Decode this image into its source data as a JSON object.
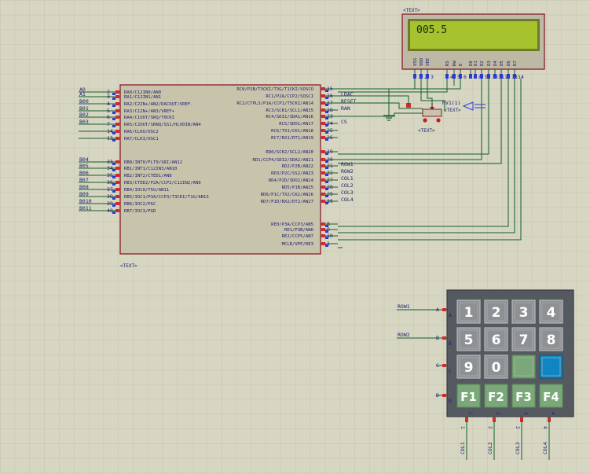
{
  "placeholder_tag": "<TEXT>",
  "colors": {
    "background": "#d6d6c2",
    "grid": "#c4c4ac",
    "wire": "#12602a",
    "chip_fill": "#c8c4ac",
    "chip_stroke": "#8a1c2a",
    "pin_red": "#d42a2a",
    "pin_blue": "#2a3ad4",
    "lcd_green": "#a6c22e",
    "keypad_body": "#555a60",
    "key_gray": "#8e9194",
    "key_green": "#7ba878",
    "key_blue": "#0f86c2"
  },
  "lcd": {
    "display": "005.5",
    "pins": [
      {
        "label": "VSS",
        "num": "1"
      },
      {
        "label": "VDD",
        "num": "2"
      },
      {
        "label": "VEE",
        "num": "3"
      },
      {
        "label": "RS",
        "num": "4"
      },
      {
        "label": "RW",
        "num": "5"
      },
      {
        "label": "E",
        "num": "6"
      },
      {
        "label": "D0",
        "num": "7"
      },
      {
        "label": "D1",
        "num": "8"
      },
      {
        "label": "D2",
        "num": "9"
      },
      {
        "label": "D3",
        "num": "10"
      },
      {
        "label": "D4",
        "num": "11"
      },
      {
        "label": "D5",
        "num": "12"
      },
      {
        "label": "D6",
        "num": "13"
      },
      {
        "label": "D7",
        "num": "14"
      }
    ]
  },
  "pot": {
    "label": "RV1(1)"
  },
  "mcu": {
    "left_pins": [
      {
        "net": "A0",
        "num": "2",
        "name": "RA0/C12IN0/AN0"
      },
      {
        "net": "A1",
        "num": "3",
        "name": "RA1/C12IN1/AN1"
      },
      {
        "net": "B00",
        "num": "4",
        "name": "RA2/C2IN+/AN2/DACOUT/VREF-"
      },
      {
        "net": "B01",
        "num": "5",
        "name": "RA3/C1IN+/AN3/VREF+"
      },
      {
        "net": "B02",
        "num": "6",
        "name": "RA4/C1OUT/SRQ/T0CKI"
      },
      {
        "net": "B03",
        "num": "7",
        "name": "RA5/C2OUT/SRNQ/SS1/HLVDIN/AN4"
      },
      {
        "net": "",
        "num": "14",
        "name": "RA6/CLKO/OSC2"
      },
      {
        "net": "",
        "num": "13",
        "name": "RA7/CLKI/OSC1"
      },
      {
        "net": "B04",
        "num": "33",
        "name": "RB0/INT0/FLT0/SRI/AN12"
      },
      {
        "net": "B05",
        "num": "34",
        "name": "RB1/INT1/C12IN3/AN10"
      },
      {
        "net": "B06",
        "num": "35",
        "name": "RB2/INT2/CTED1/AN8"
      },
      {
        "net": "B07",
        "num": "36",
        "name": "RB3/CTED2/P2A/CCP2/C12IN2/AN9"
      },
      {
        "net": "B08",
        "num": "37",
        "name": "RB4/IOC0/T5G/AN11"
      },
      {
        "net": "B09",
        "num": "38",
        "name": "RB5/IOC1/P3A/CCP3/T3CKI/T1G/AN13"
      },
      {
        "net": "B010",
        "num": "39",
        "name": "RB6/IOC2/PGC"
      },
      {
        "net": "B011",
        "num": "40",
        "name": "RB7/IOC3/PGD"
      }
    ],
    "right_pins": [
      {
        "num": "15",
        "net": "",
        "name": "RC0/P2B/T3CKI/T3G/T1CKI/SOSCO"
      },
      {
        "num": "16",
        "net": "LDAC",
        "name": "RC1/P2A/CCP2/SOSCI"
      },
      {
        "num": "17",
        "net": "RESET",
        "name": "RC2/CTPLS/P1A/CCP1/T5CKI/AN14"
      },
      {
        "num": "18",
        "net": "RAN",
        "name": "RC3/SCK1/SCL1/AN15"
      },
      {
        "num": "23",
        "net": "",
        "name": "RC4/SDI1/SDA1/AN16"
      },
      {
        "num": "24",
        "net": "CS",
        "name": "RC5/SDO1/AN17"
      },
      {
        "num": "25",
        "net": "",
        "name": "RC6/TX1/CK1/AN18"
      },
      {
        "num": "26",
        "net": "",
        "name": "RC7/RX1/DT1/AN19"
      },
      {
        "num": "19",
        "net": "",
        "name": "RD0/SCK2/SCL2/AN20"
      },
      {
        "num": "20",
        "net": "",
        "name": "RD1/CCP4/SDI2/SDA2/AN21"
      },
      {
        "num": "21",
        "net": "ROW1",
        "name": "RD2/P2B/AN22"
      },
      {
        "num": "22",
        "net": "ROW2",
        "name": "RD3/P2C/SS2/AN23"
      },
      {
        "num": "27",
        "net": "COL1",
        "name": "RD4/P2D/SDO2/AN24"
      },
      {
        "num": "28",
        "net": "COL2",
        "name": "RD5/P1B/AN25"
      },
      {
        "num": "29",
        "net": "COL3",
        "name": "RD6/P1C/TX2/CK2/AN26"
      },
      {
        "num": "30",
        "net": "COL4",
        "name": "RD7/P1D/RX2/DT2/AN27"
      },
      {
        "num": "8",
        "net": "",
        "name": "RE0/P3A/CCP3/AN5"
      },
      {
        "num": "9",
        "net": "",
        "name": "RE1/P3B/AN6"
      },
      {
        "num": "10",
        "net": "",
        "name": "RE2/CCP5/AN7"
      },
      {
        "num": "1",
        "net": "",
        "name": "MCLR/VPP/RE3"
      }
    ]
  },
  "keypad": {
    "rows": [
      "A",
      "B",
      "C",
      "D"
    ],
    "row_nets": [
      "ROW1",
      "ROW2",
      "",
      ""
    ],
    "cols": [
      "1",
      "2",
      "3",
      "4"
    ],
    "col_nets": [
      "COL1",
      "COL2",
      "COL3",
      "COL4"
    ],
    "keys": [
      [
        "1",
        "2",
        "3",
        "4"
      ],
      [
        "5",
        "6",
        "7",
        "8"
      ],
      [
        "9",
        "0",
        "",
        ""
      ],
      [
        "F1",
        "F2",
        "F3",
        "F4"
      ]
    ],
    "special_keys": {
      "green": [
        2,
        2
      ],
      "blue": [
        2,
        3
      ]
    }
  }
}
